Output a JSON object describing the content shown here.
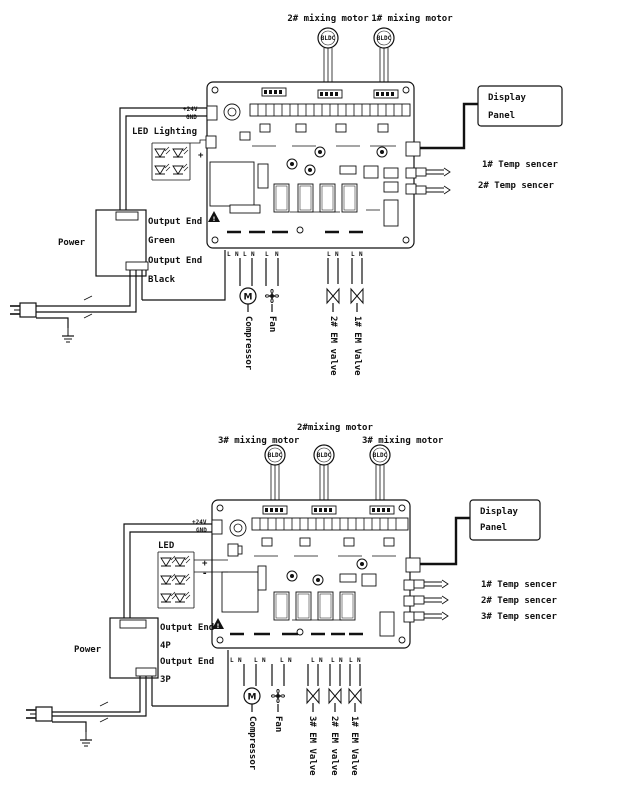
{
  "diagram1": {
    "motors": [
      "2# mixing motor",
      "1# mixing motor"
    ],
    "motor_badge": "BLDC",
    "display": [
      "Display",
      "Panel"
    ],
    "temp_sensors": [
      "1# Temp sencer",
      "2# Temp sencer"
    ],
    "power": "Power",
    "v24": "+24V",
    "gnd": "GND",
    "led": "LED Lighting",
    "output_end_1": "Output End",
    "green": "Green",
    "output_end_2": "Output End",
    "black": "Black",
    "loads": [
      "Compressor",
      "Fan",
      "2# EM valve",
      "1# EM Valve"
    ],
    "terminal_l": "L",
    "terminal_n": "N"
  },
  "diagram2": {
    "motors": [
      "3# mixing motor",
      "2#mixing motor",
      "3# mixing motor"
    ],
    "motor_badge": "BLDC",
    "display": [
      "Display",
      "Panel"
    ],
    "temp_sensors": [
      "1# Temp sencer",
      "2# Temp sencer",
      "3# Temp sencer"
    ],
    "power": "Power",
    "v24": "+24V",
    "gnd": "GND",
    "led": "LED",
    "plus": "+",
    "minus": "-",
    "output_end_1": "Output End",
    "p4": "4P",
    "output_end_2": "Output End",
    "p3": "3P",
    "loads": [
      "Compressor",
      "Fan",
      "3# EM Valve",
      "2# EM valve",
      "1# EM Valve"
    ],
    "terminal_l": "L",
    "terminal_n": "N"
  },
  "icons": [
    "bldc-motor-icon",
    "plug-icon",
    "ground-icon",
    "warning-icon",
    "motor-icon",
    "fan-icon",
    "valve-icon",
    "led-icon"
  ]
}
